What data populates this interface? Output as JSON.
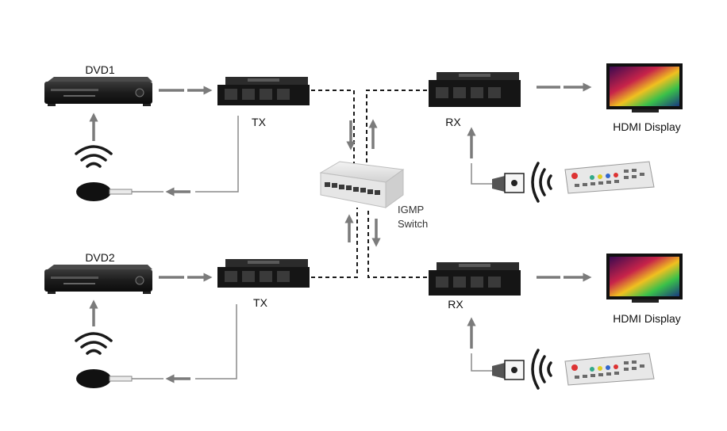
{
  "labels": {
    "dvd1": "DVD1",
    "dvd2": "DVD2",
    "tx1": "TX",
    "tx2": "TX",
    "rx1": "RX",
    "rx2": "RX",
    "display1": "HDMI Display",
    "display2": "HDMI Display",
    "switch_line1": "IGMP",
    "switch_line2": "Switch"
  },
  "colors": {
    "arrow": "#7b7b7b",
    "device_dark": "#1b1b1b",
    "dashed_link": "#1a1a1a",
    "switch_body": "#e4e4e4"
  }
}
